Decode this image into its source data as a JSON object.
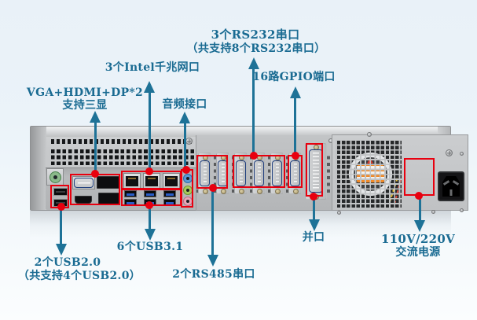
{
  "colors": {
    "callout_text": "#1a6b92",
    "callout_line": "#1e7297",
    "marker_red": "#e8000f",
    "chassis_silver": "#c7c9cb"
  },
  "callouts": {
    "rs232": {
      "text1": "3个RS232串口",
      "text2": "（共支持8个RS232串口）"
    },
    "gpio": {
      "text": "16路GPIO端口"
    },
    "lan": {
      "text": "3个Intel千兆网口"
    },
    "display": {
      "text1": "VGA+HDMI+DP*2",
      "text2": "支持三显"
    },
    "audio": {
      "text": "音频接口"
    },
    "usb2": {
      "text1": "2个USB2.0",
      "text2": "（共支持4个USB2.0）"
    },
    "usb3": {
      "text": "6个USB3.1"
    },
    "rs485": {
      "text": "2个RS485串口"
    },
    "parallel": {
      "text": "并口"
    },
    "power": {
      "text1": "110V/220V",
      "text2": "交流电源"
    }
  }
}
